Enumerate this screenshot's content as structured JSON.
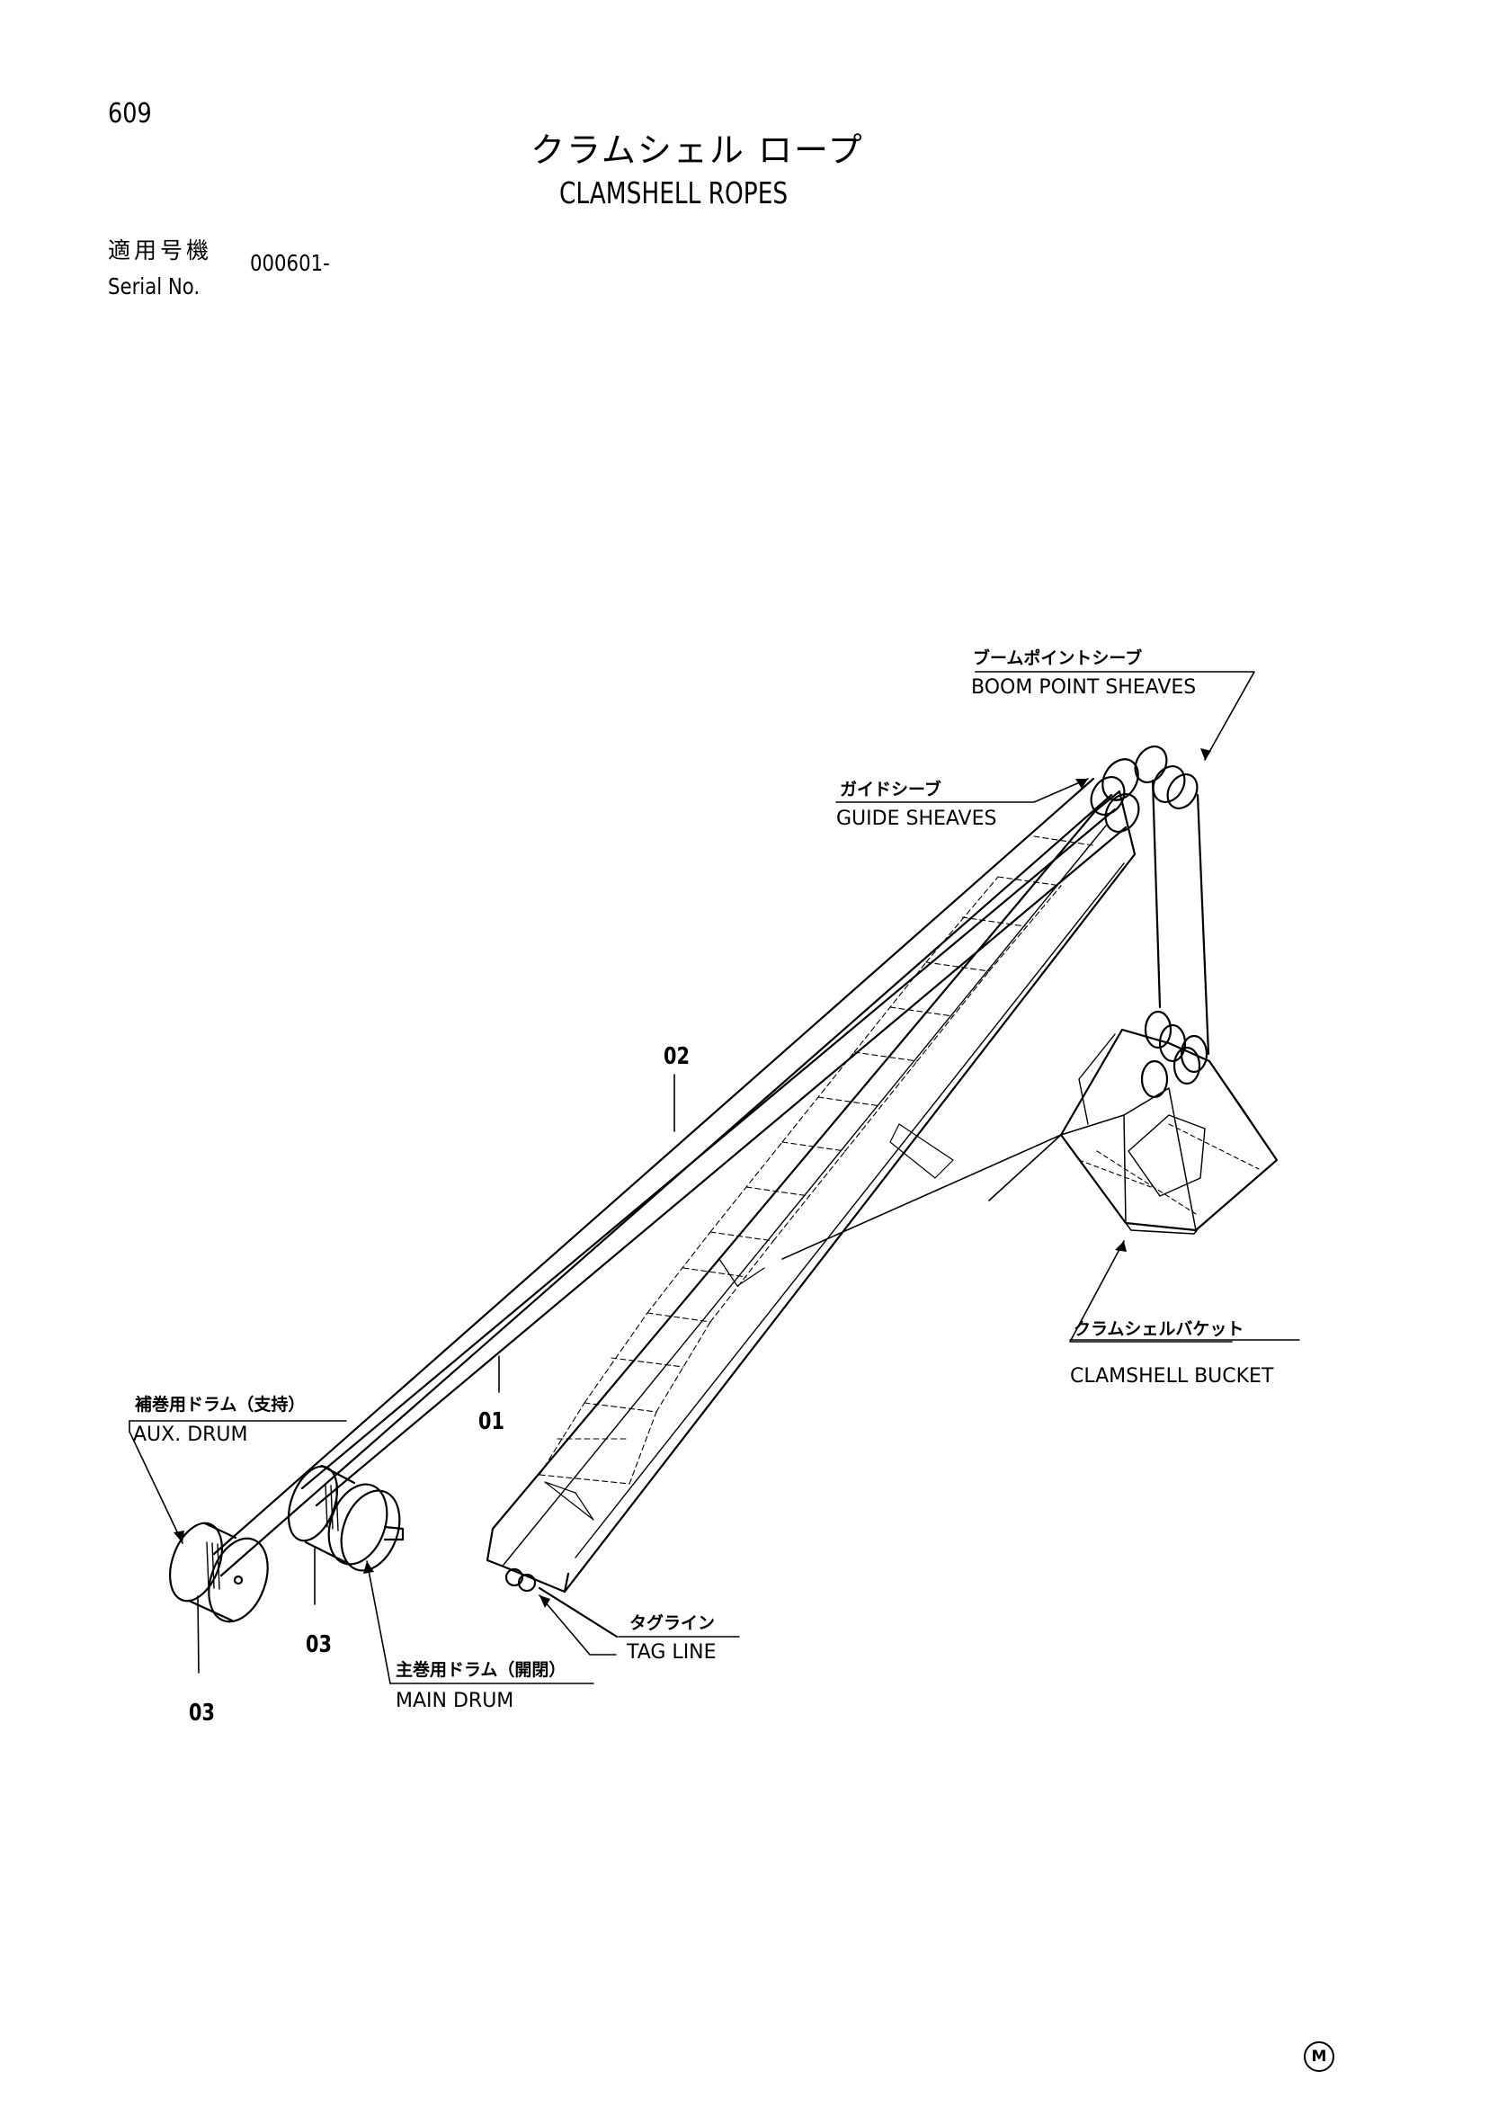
{
  "page_number": "609",
  "title_jp": "クラムシェル ロープ",
  "title_en": "CLAMSHELL ROPES",
  "serial": {
    "label_jp": "適用号機",
    "label_en": "Serial No.",
    "value": "000601-"
  },
  "callouts": {
    "boom_point_sheaves": {
      "jp": "ブームポイントシーブ",
      "en": "BOOM POINT SHEAVES"
    },
    "guide_sheaves": {
      "jp": "ガイドシーブ",
      "en": "GUIDE SHEAVES"
    },
    "clamshell_bucket": {
      "jp": "クラムシェルバケット",
      "en": "CLAMSHELL BUCKET"
    },
    "aux_drum": {
      "jp": "補巻用ドラム（支持）",
      "en": "AUX. DRUM"
    },
    "main_drum": {
      "jp": "主巻用ドラム（開閉）",
      "en": "MAIN DRUM"
    },
    "tag_line": {
      "jp": "タグライン",
      "en": "TAG LINE"
    }
  },
  "part_numbers": {
    "rope_01": "01",
    "rope_02": "02",
    "drum_main_03": "03",
    "drum_aux_03": "03"
  },
  "footer_mark": "M"
}
